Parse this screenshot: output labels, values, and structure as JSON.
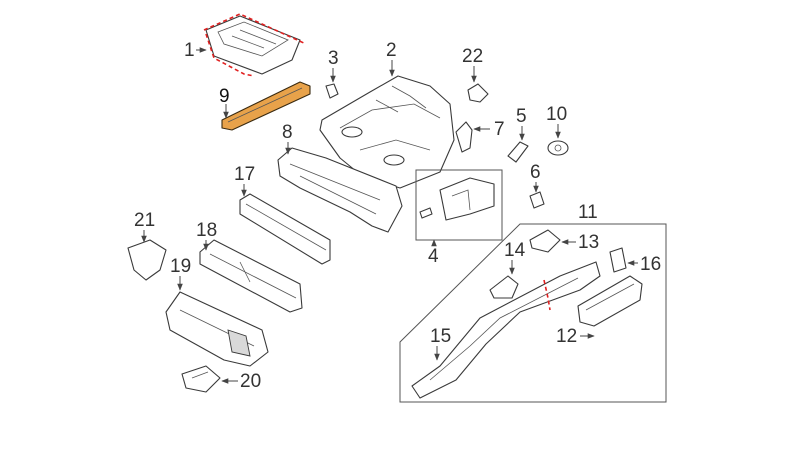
{
  "diagram": {
    "highlight_color": "#e8a24a",
    "cut_line_color": "#e02020",
    "callouts": {
      "c1": "1",
      "c2": "2",
      "c3": "3",
      "c4": "4",
      "c5": "5",
      "c6": "6",
      "c7": "7",
      "c8": "8",
      "c9": "9",
      "c10": "10",
      "c11": "11",
      "c12": "12",
      "c13": "13",
      "c14": "14",
      "c15": "15",
      "c16": "16",
      "c17": "17",
      "c18": "18",
      "c19": "19",
      "c20": "20",
      "c21": "21",
      "c22": "22"
    }
  }
}
